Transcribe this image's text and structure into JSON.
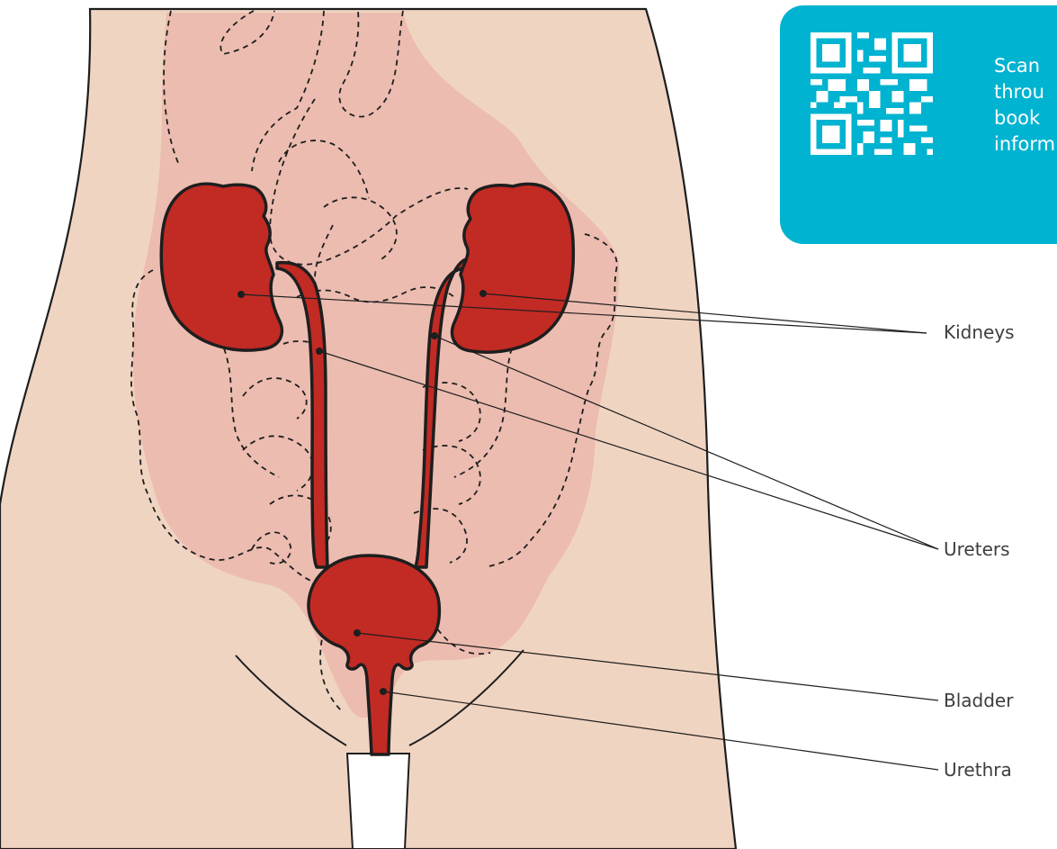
{
  "qr_panel": {
    "text_lines": [
      "Scan",
      "throu",
      "book",
      "inform"
    ]
  },
  "labels": {
    "kidneys": "Kidneys",
    "ureters": "Ureters",
    "bladder": "Bladder",
    "urethra": "Urethra"
  },
  "colors": {
    "skin": "#f0d4c2",
    "organ_background": "#ecbcb0",
    "urinary_organs": "#c22a24",
    "outline": "#1e1e1e",
    "qr_panel": "#00b3d0"
  }
}
